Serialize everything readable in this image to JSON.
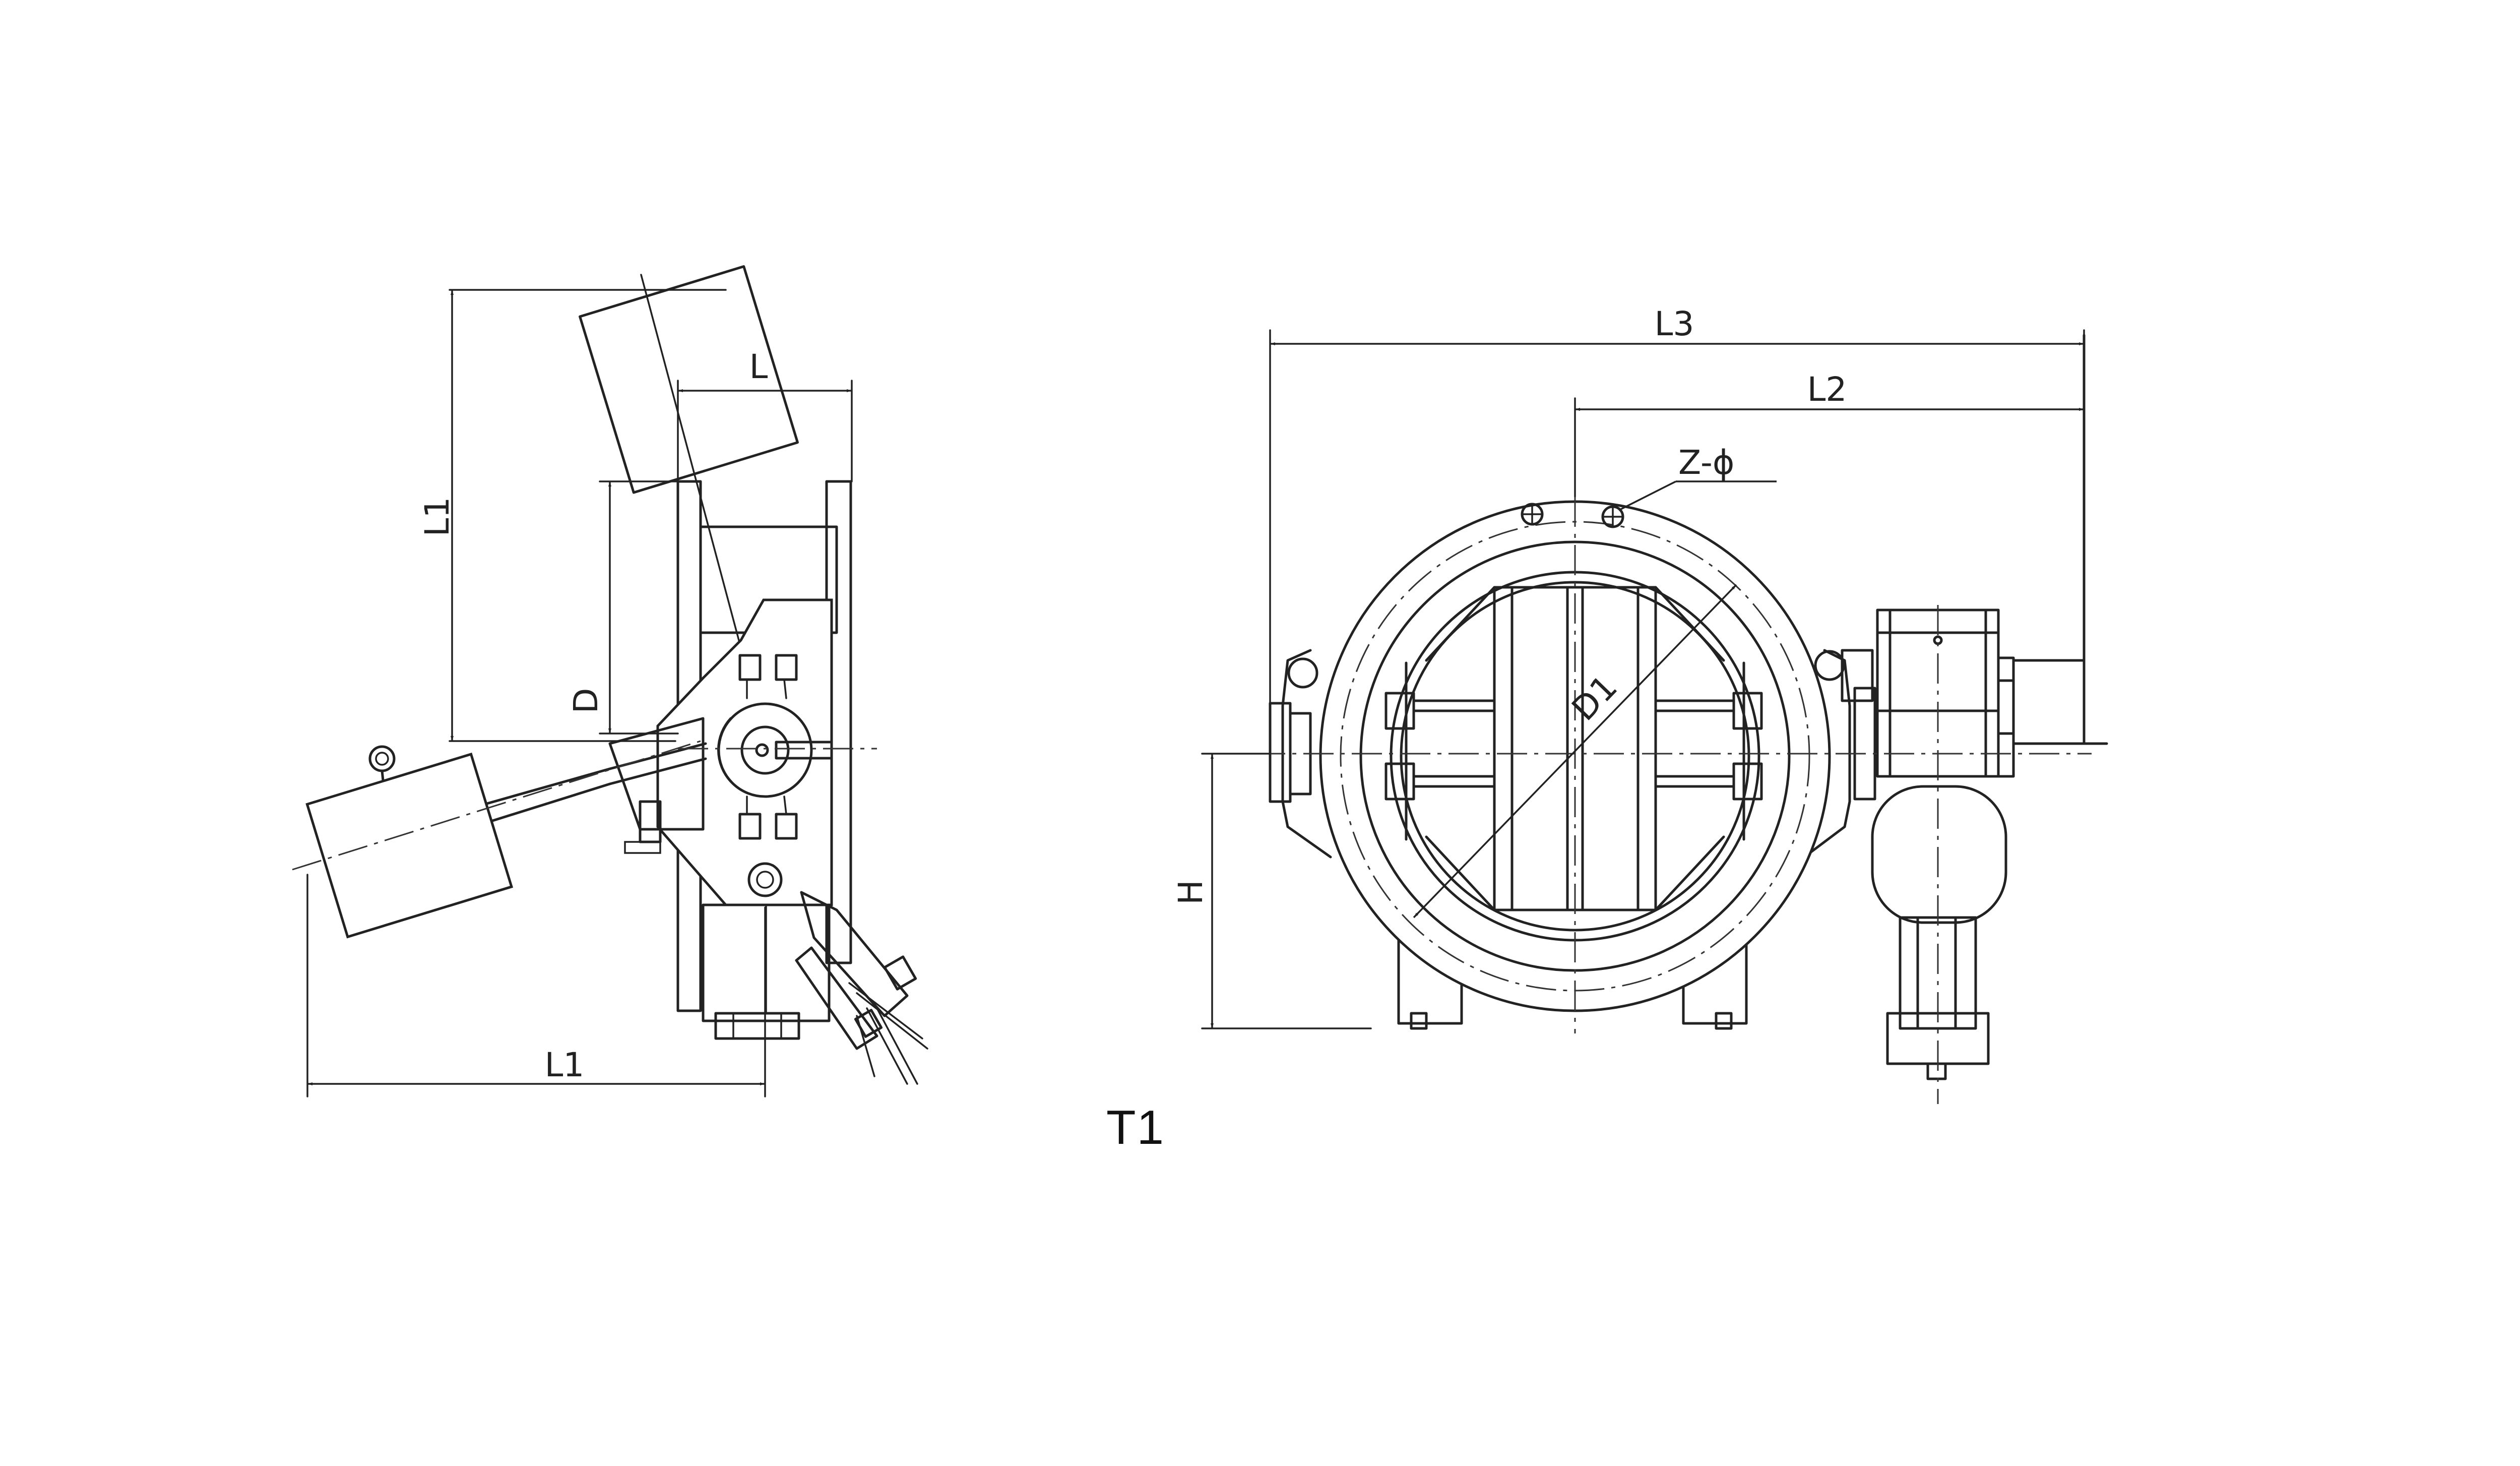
{
  "figure": {
    "caption": "T1",
    "side_view": {
      "dim_L": "L",
      "dim_L1_vertical": "L1",
      "dim_D": "D",
      "dim_L1_horizontal": "L1"
    },
    "front_view": {
      "dim_L3": "L3",
      "dim_L2": "L2",
      "dim_Z_phi": "Z-ϕ",
      "dim_D1": "D1",
      "dim_H": "H"
    },
    "line_color": "#222222"
  }
}
